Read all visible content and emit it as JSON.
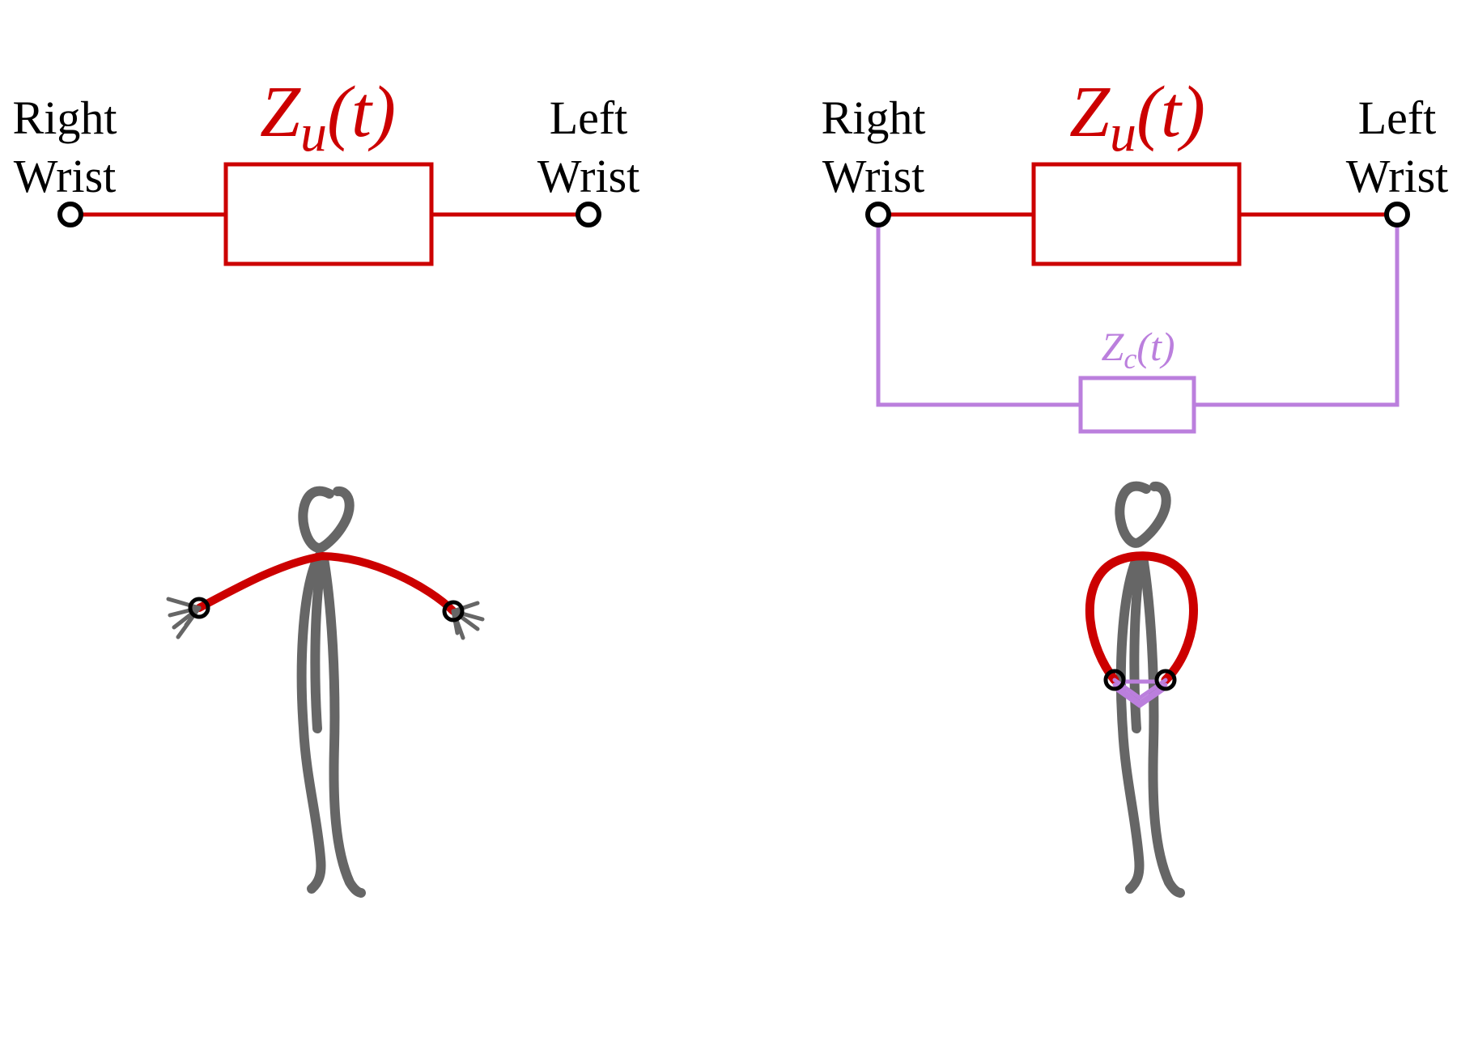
{
  "colors": {
    "uncoupled": "#cc0000",
    "coupled": "#bb7fdd",
    "figure": "#666666",
    "terminal": "#000000",
    "background": "#ffffff"
  },
  "left_panel": {
    "right_terminal": {
      "line1": "Right",
      "line2": "Wrist"
    },
    "left_terminal": {
      "line1": "Left",
      "line2": "Wrist"
    },
    "impedance": {
      "symbol": "Z",
      "subscript": "u",
      "argument": "(t)"
    },
    "pose": "arms-outstretched"
  },
  "right_panel": {
    "right_terminal": {
      "line1": "Right",
      "line2": "Wrist"
    },
    "left_terminal": {
      "line1": "Left",
      "line2": "Wrist"
    },
    "impedance": {
      "symbol": "Z",
      "subscript": "u",
      "argument": "(t)"
    },
    "coupling_impedance": {
      "symbol": "Z",
      "subscript": "c",
      "argument": "(t)"
    },
    "pose": "hands-clasped"
  }
}
